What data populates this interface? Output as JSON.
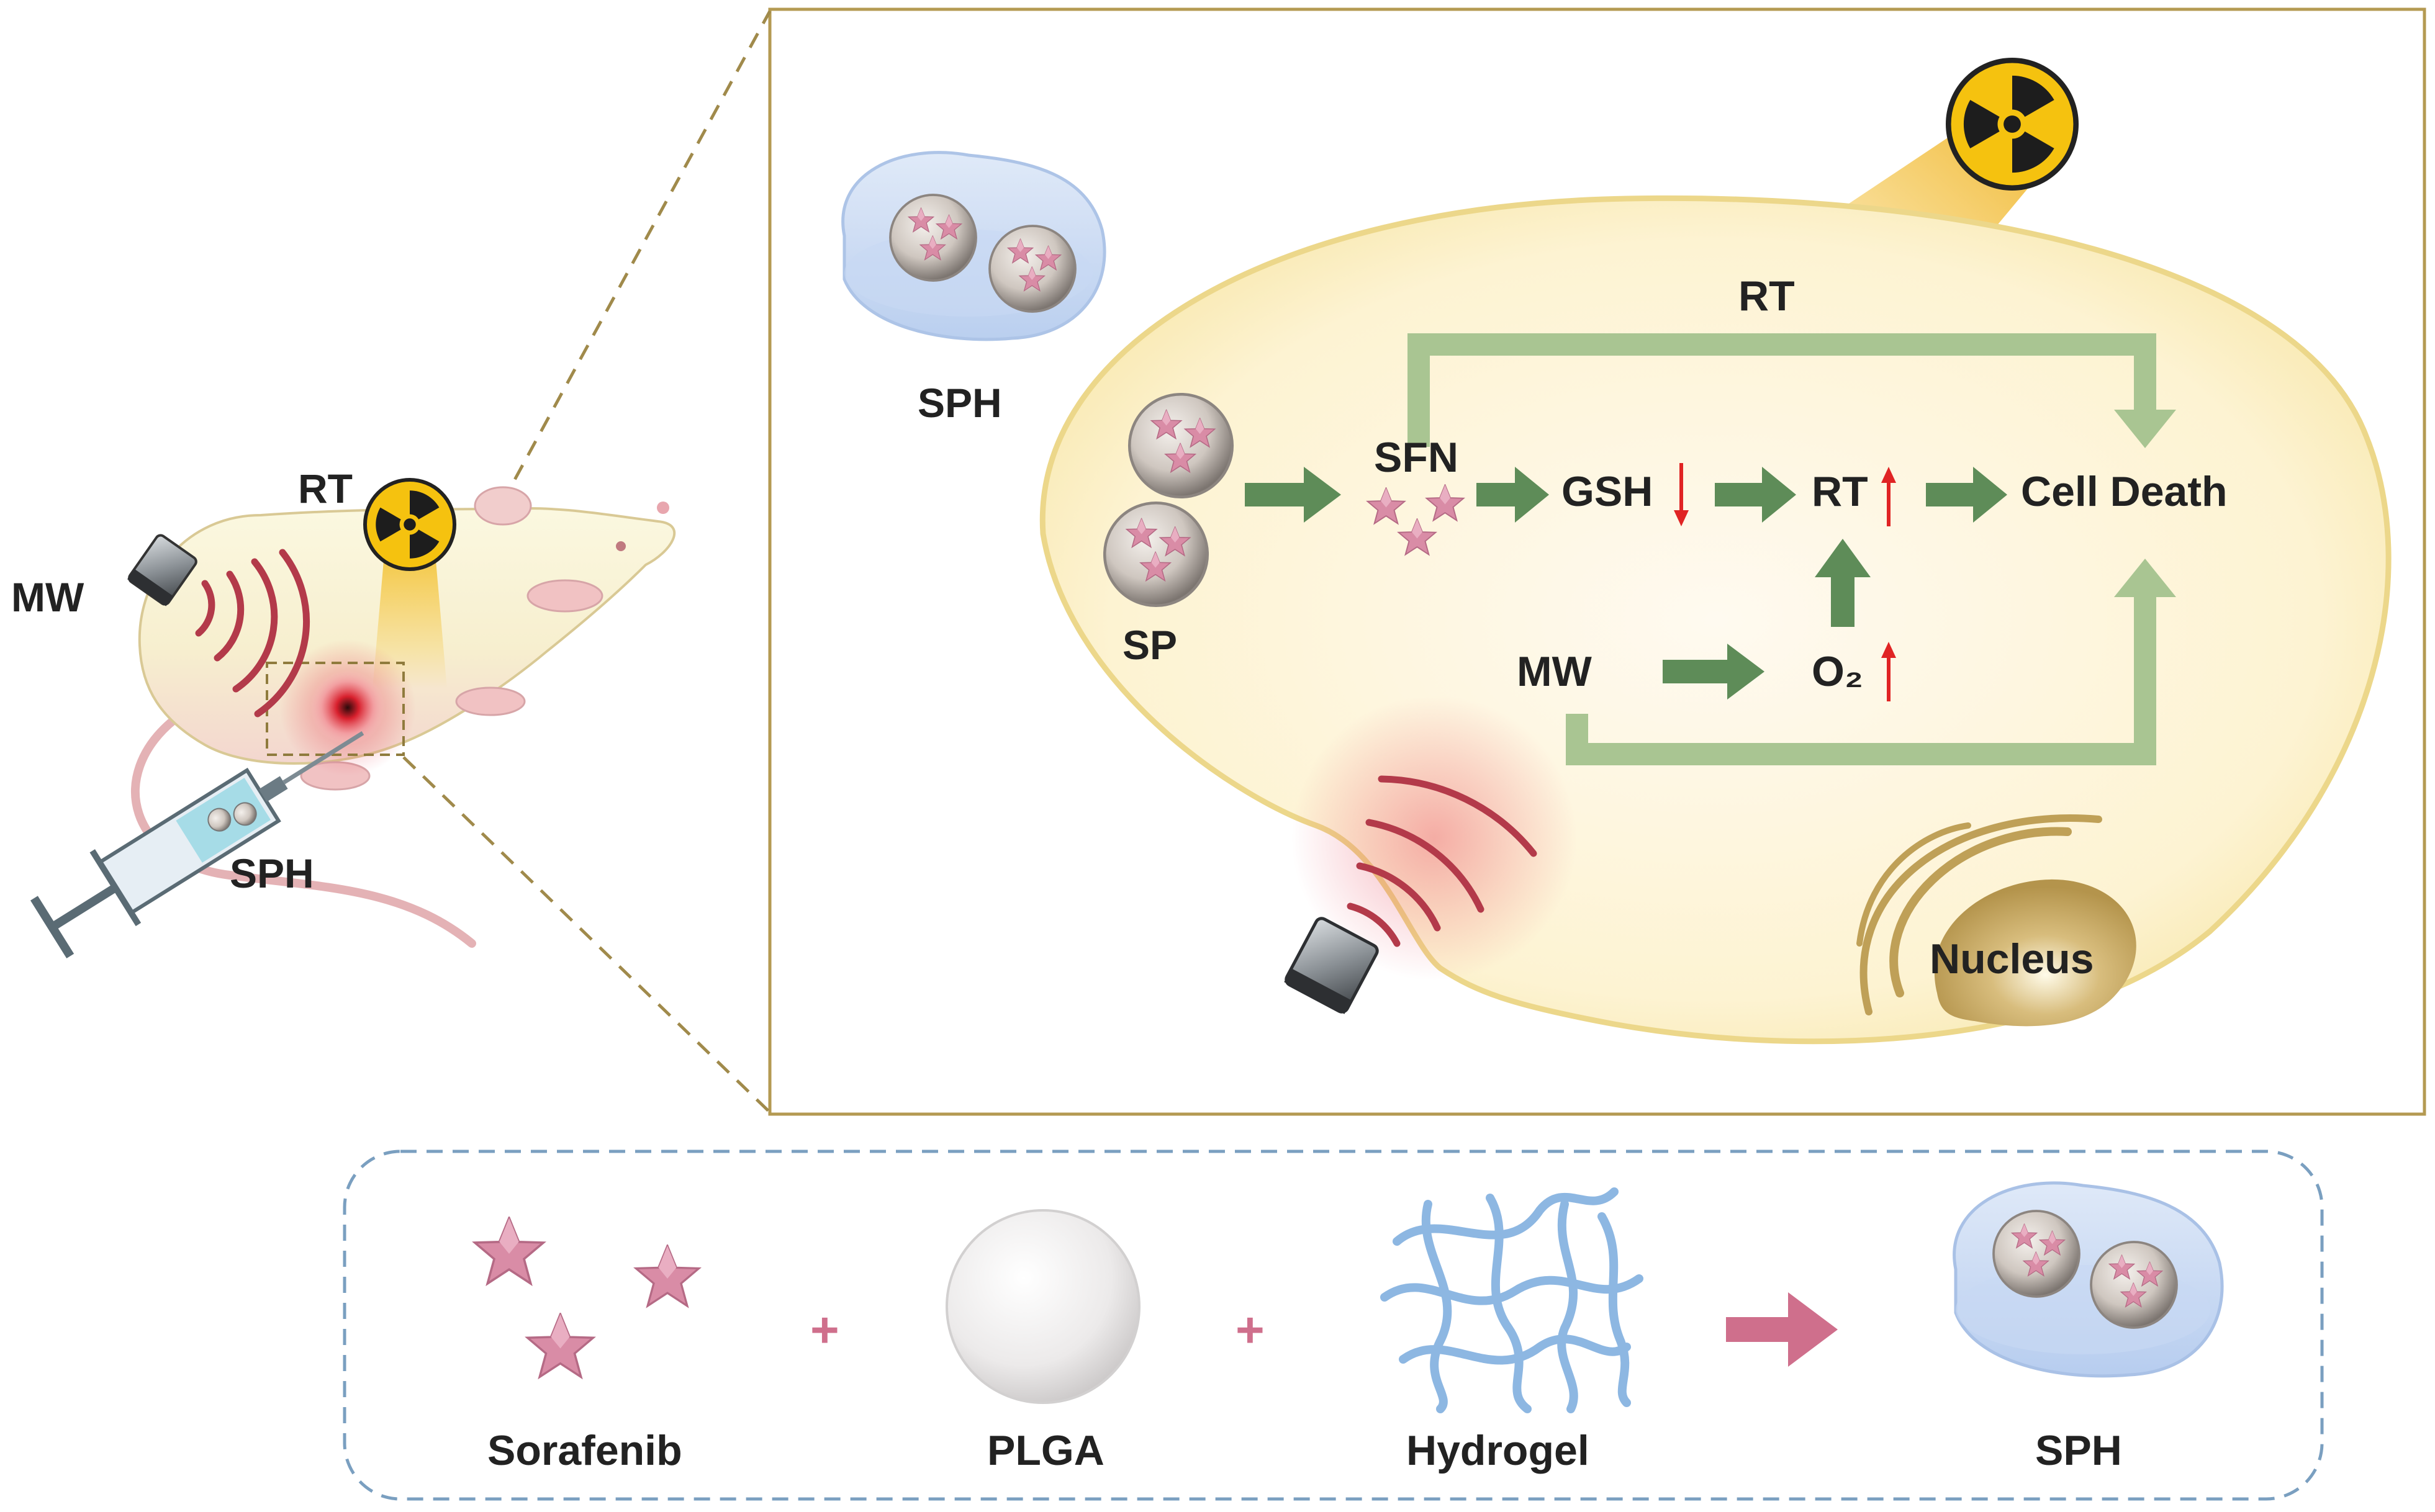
{
  "mouse_panel": {
    "rt_label": "RT",
    "mw_label": "MW",
    "sph_label": "SPH"
  },
  "cell_panel": {
    "sph_label": "SPH",
    "sp_label": "SP",
    "rt_top_label": "RT",
    "sfn_label": "SFN",
    "gsh_label": "GSH",
    "rt_mid_label": "RT",
    "cell_death_label": "Cell Death",
    "mw_label": "MW",
    "o2_label": "O₂",
    "nucleus_label": "Nucleus"
  },
  "prep_panel": {
    "plus_symbol": "+",
    "sorafenib_label": "Sorafenib",
    "plga_label": "PLGA",
    "hydrogel_label": "Hydrogel",
    "sph_label": "SPH"
  },
  "colors": {
    "green_arrow": "#5e8c58",
    "light_green_path": "#a9c592",
    "red_arrow": "#e02424",
    "cell_fill": "#fbf0c8",
    "cell_border": "#ecd78a",
    "frame_border": "#b49a52",
    "dash_border": "#7a9fc0",
    "star_pink": "#d98ca6",
    "microwave_red": "#b33a4a",
    "hydrogel_blue": "#8db7e2",
    "nucleus": "#bfa057",
    "pink_arrow": "#cf6f8c"
  },
  "icons": [
    "radiation-icon",
    "microwave-emitter-icon",
    "syringe-icon",
    "star-icon",
    "nanoparticle-icon",
    "hydrogel-icon"
  ]
}
